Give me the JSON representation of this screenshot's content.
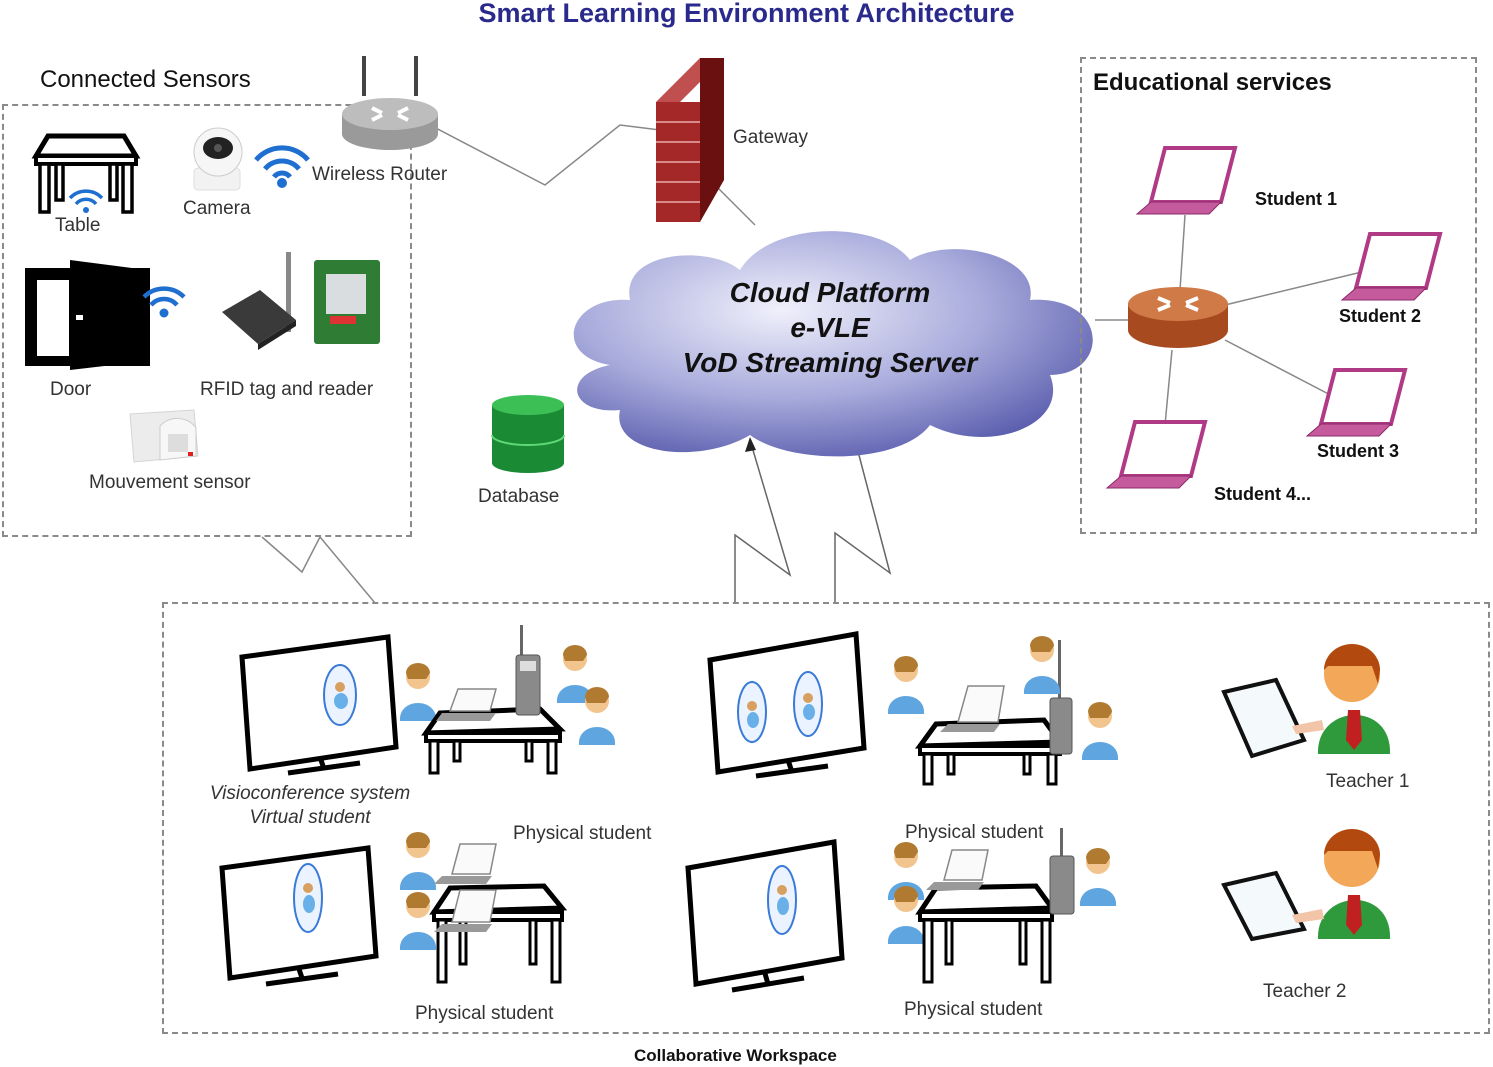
{
  "title": "Smart Learning Environment Architecture",
  "connected_sensors": {
    "heading": "Connected Sensors",
    "items": {
      "table": "Table",
      "camera": "Camera",
      "door": "Door",
      "rfid": "RFID tag and reader",
      "movement": "Mouvement sensor"
    }
  },
  "network": {
    "router": "Wireless Router",
    "gateway": "Gateway",
    "database": "Database"
  },
  "cloud": {
    "line1": "Cloud Platform",
    "line2": "e-VLE",
    "line3": "VoD Streaming Server"
  },
  "educational_services": {
    "heading": "Educational services",
    "students": [
      "Student 1",
      "Student 2",
      "Student 3",
      "Student 4..."
    ]
  },
  "collaborative_workspace": {
    "heading": "Collaborative Workspace",
    "visio_line1": "Visioconference system",
    "visio_line2": "Virtual student",
    "physical_student": "Physical student",
    "teachers": [
      "Teacher 1",
      "Teacher 2"
    ]
  },
  "colors": {
    "title": "#2a2a8c",
    "cloud": "#8a8ed0",
    "firewall": "#9b2020",
    "laptop": "#b03a86",
    "router_edu": "#b4562a",
    "database": "#1f9a3a",
    "wifi": "#1f6fd0",
    "teacher_suit": "#2e9a3c"
  }
}
